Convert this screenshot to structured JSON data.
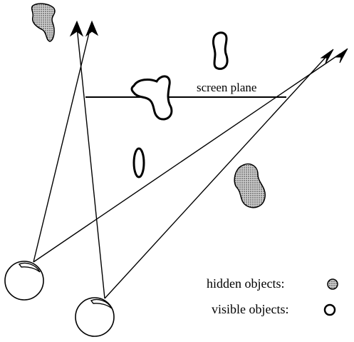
{
  "diagram": {
    "screen_label": "screen plane",
    "legend": {
      "hidden_label": "hidden objects:",
      "visible_label": "visible objects:"
    },
    "colors": {
      "ink": "#000000",
      "hidden_fill": "#b8b8b8",
      "background": "#ffffff"
    }
  }
}
